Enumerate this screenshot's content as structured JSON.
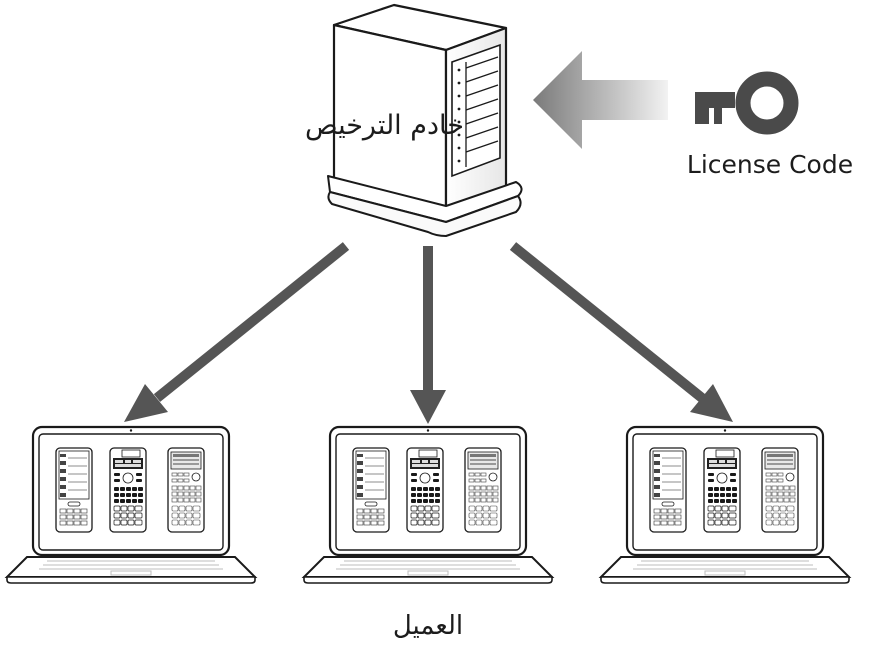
{
  "diagram": {
    "server_label": "خادم الترخيص",
    "license_label": "License Code",
    "client_label": "العميل"
  },
  "colors": {
    "stroke": "#1a1a1a",
    "arrow": "#555555",
    "key": "#4a4a4a",
    "server_face": "#ffffff",
    "server_side": "#f0f0f0"
  },
  "icons": {
    "server": "server-tower-icon",
    "key": "key-icon",
    "laptop": "laptop-icon",
    "calculator": "calculator-icon"
  },
  "clients": [
    {
      "name": "client-laptop-1"
    },
    {
      "name": "client-laptop-2"
    },
    {
      "name": "client-laptop-3"
    }
  ]
}
